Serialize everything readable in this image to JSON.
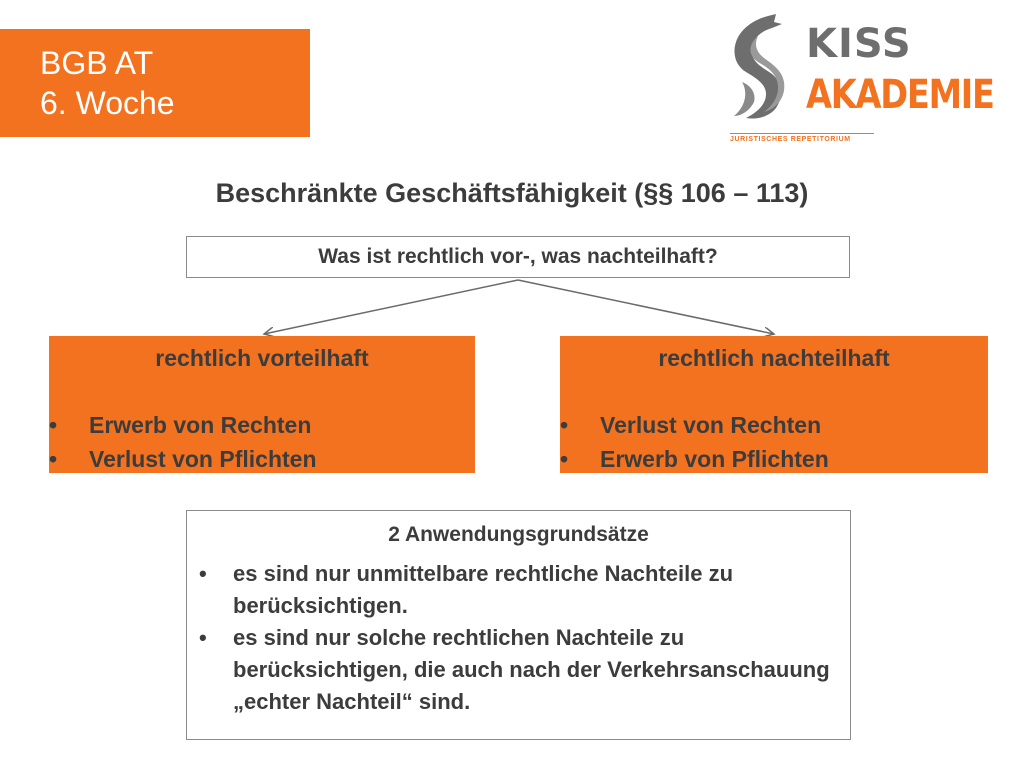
{
  "header": {
    "course_line1": "BGB AT",
    "course_line2": "6. Woche"
  },
  "logo": {
    "line1": "KISS",
    "line2": "AKADEMIE",
    "tagline": "JURISTISCHES REPETITORIUM",
    "mark_icon": "phoenix-s-icon"
  },
  "colors": {
    "accent": "#f27220",
    "text": "#3c3c3c",
    "border": "#8a8a8a"
  },
  "title": "Beschränkte Geschäftsfähigkeit (§§ 106 – 113)",
  "question": "Was ist rechtlich vor-, was nachteilhaft?",
  "advantageous": {
    "title": "rechtlich vorteilhaft",
    "items": [
      "Erwerb von Rechten",
      "Verlust von Pflichten"
    ]
  },
  "disadvantageous": {
    "title": "rechtlich nachteilhaft",
    "items": [
      "Verlust von Rechten",
      "Erwerb von Pflichten"
    ]
  },
  "principles": {
    "title": "2 Anwendungsgrundsätze",
    "items": [
      "es sind nur unmittelbare rechtliche Nachteile zu berücksichtigen.",
      "es sind nur solche rechtlichen Nachteile zu berücksichtigen, die auch nach der Verkehrsanschauung „echter Nachteil“ sind."
    ]
  },
  "bullet_glyph": "•"
}
